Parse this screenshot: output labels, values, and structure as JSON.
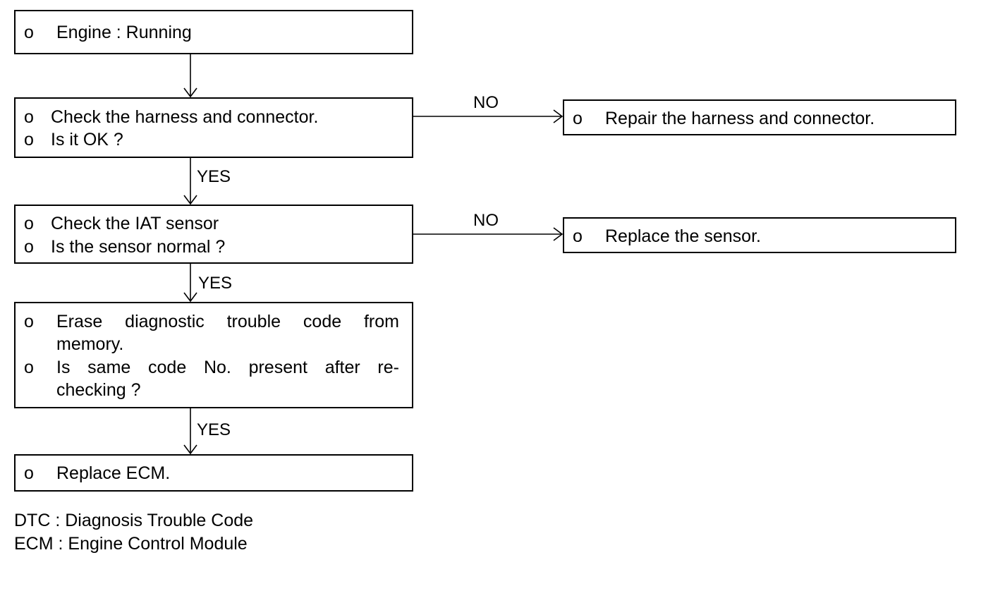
{
  "flow": {
    "bullet": "o",
    "step1": {
      "lines": [
        "Engine : Running"
      ]
    },
    "step2": {
      "lines": [
        "Check the harness and connector.",
        "Is it OK ?"
      ]
    },
    "step2_no": {
      "lines": [
        "Repair the harness and connector."
      ]
    },
    "step3": {
      "lines": [
        "Check the IAT sensor",
        "Is the sensor normal ?"
      ]
    },
    "step3_no": {
      "lines": [
        "Replace the sensor."
      ]
    },
    "step4": {
      "lines": [
        "Erase diagnostic trouble code from",
        "memory.",
        "Is same code No. present after re-",
        "checking ?"
      ]
    },
    "step5": {
      "lines": [
        "Replace ECM."
      ]
    },
    "edge_labels": {
      "no": "NO",
      "yes": "YES"
    }
  },
  "legend": [
    "DTC : Diagnosis Trouble Code",
    "ECM : Engine Control Module"
  ]
}
